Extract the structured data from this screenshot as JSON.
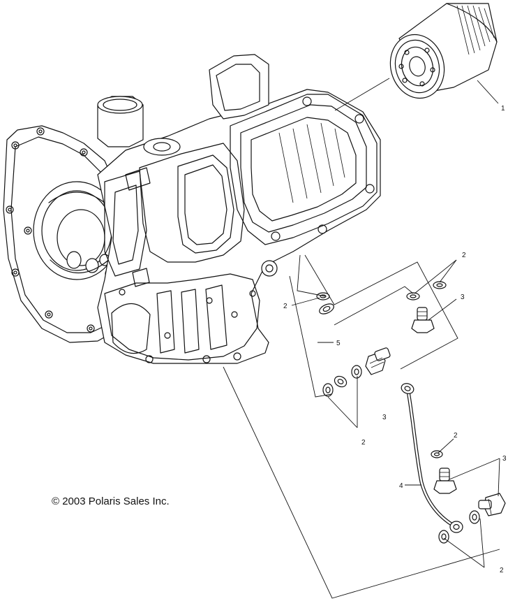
{
  "copyright": "© 2003 Polaris Sales Inc.",
  "callouts": {
    "oil_filter": "1",
    "washer_top_left": "2",
    "washers_top_right": "2",
    "bolt_top_right": "3",
    "tube_upper": "5",
    "bolt_middle": "3",
    "washers_lower_left": "2",
    "washer_right": "2",
    "bolts_right": "3",
    "tube_lower": "4",
    "washers_bottom": "2"
  }
}
